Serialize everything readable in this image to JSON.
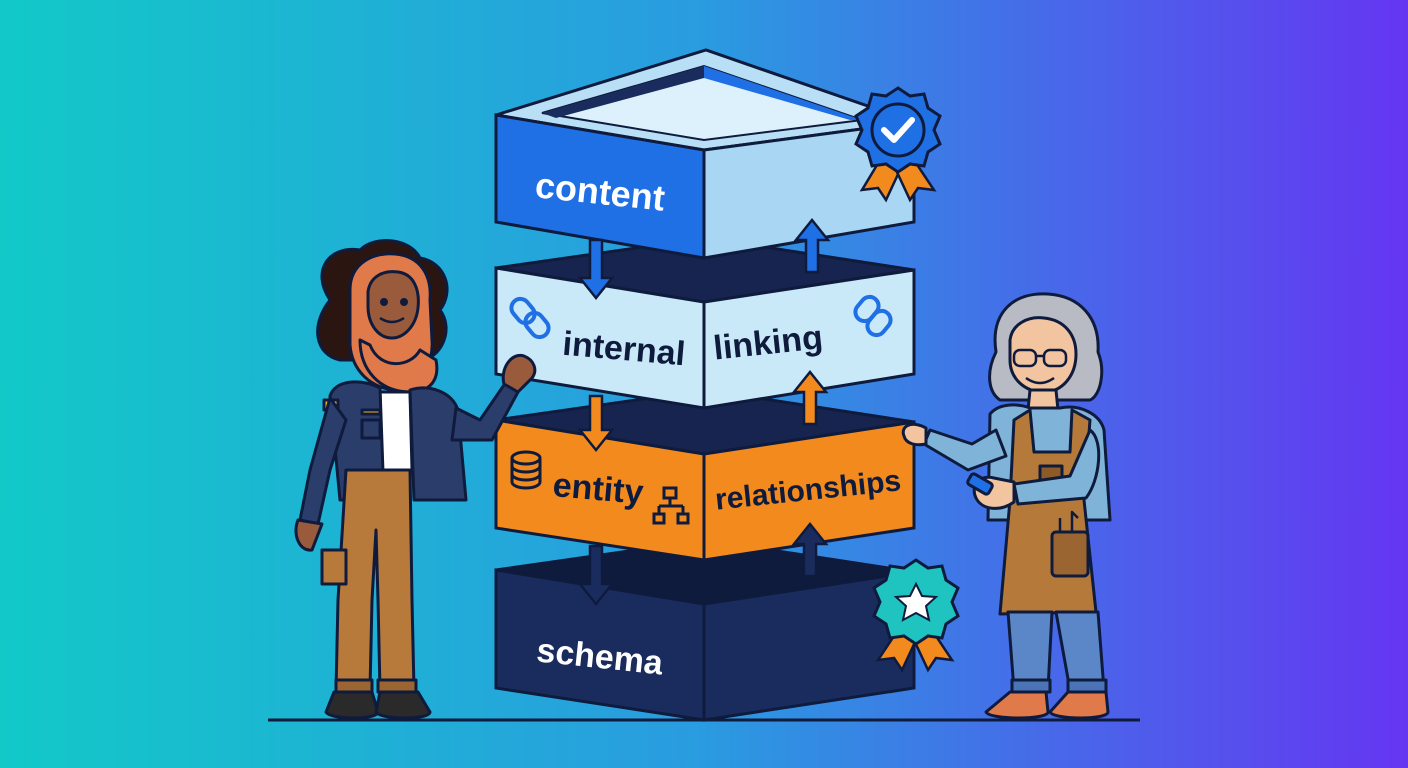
{
  "layers": {
    "content": {
      "label": "content"
    },
    "linking": {
      "left_label": "internal",
      "right_label": "linking"
    },
    "entity": {
      "left_label": "entity",
      "right_label": "relationships"
    },
    "schema": {
      "label": "schema"
    }
  },
  "badges": {
    "top": {
      "icon": "checkmark-icon"
    },
    "bottom": {
      "icon": "star-icon"
    }
  },
  "colors": {
    "bg_left": "#12C9C8",
    "bg_right": "#6536F2",
    "accent_blue": "#1F6FE5",
    "accent_orange": "#F28A1E",
    "navy": "#16244F",
    "light_blue": "#C9E8F8",
    "outline": "#0F1B3D",
    "badge_teal": "#1FC4C0"
  }
}
